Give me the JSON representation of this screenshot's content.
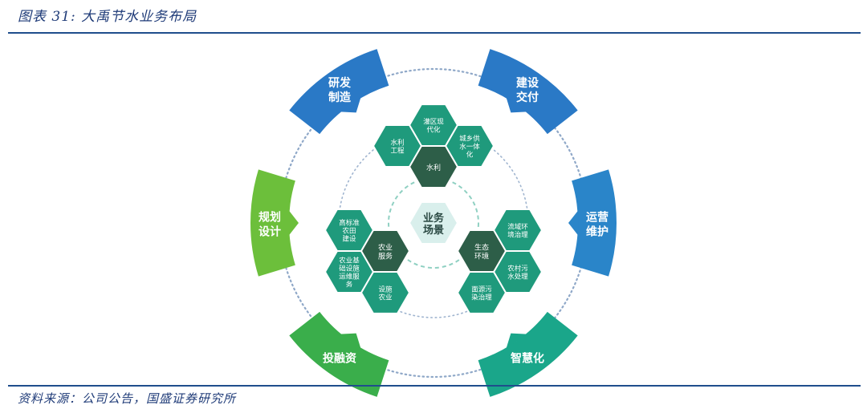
{
  "figure": {
    "title": "图表 31:  大禹节水业务布局",
    "source": "资料来源：公司公告，国盛证券研究所"
  },
  "diagram": {
    "center": "业务\n场景",
    "segments": [
      {
        "label": "研发\n制造",
        "color": "#2a79c6"
      },
      {
        "label": "建设\n交付",
        "color": "#2a79c6"
      },
      {
        "label": "运营\n维护",
        "color": "#2a85c9"
      },
      {
        "label": "智慧化",
        "color": "#1aa68a"
      },
      {
        "label": "投融资",
        "color": "#3aae4b"
      },
      {
        "label": "规划\n设计",
        "color": "#6cbf3b"
      }
    ],
    "hubs": [
      {
        "label": "水利",
        "color": "#2d5e48"
      },
      {
        "label": "农业\n服务",
        "color": "#2d5e48"
      },
      {
        "label": "生态\n环境",
        "color": "#2d5e48"
      }
    ],
    "cells": [
      {
        "label": "灌区现\n代化"
      },
      {
        "label": "水利\n工程"
      },
      {
        "label": "城乡供\n水一体\n化"
      },
      {
        "label": "高标准\n农田\n建设"
      },
      {
        "label": "农业基\n础设施\n运维服\n务"
      },
      {
        "label": "设施\n农业"
      },
      {
        "label": "流域环\n境治理"
      },
      {
        "label": "农村污\n水处理"
      },
      {
        "label": "面源污\n染治理"
      }
    ],
    "cell_color": "#1f9a7c"
  }
}
